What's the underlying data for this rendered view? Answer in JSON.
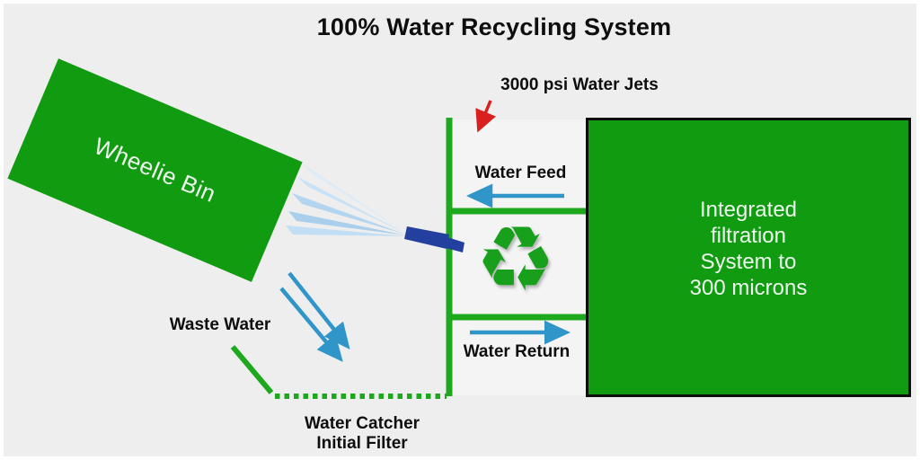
{
  "title": "100% Water Recycling System",
  "diagram": {
    "wheelie_bin": {
      "label": "Wheelie Bin"
    },
    "water_jets": {
      "label": "3000 psi Water Jets"
    },
    "water_feed": {
      "label": "Water Feed"
    },
    "water_return": {
      "label": "Water Return"
    },
    "waste_water": {
      "label": "Waste Water"
    },
    "water_catcher": {
      "line1": "Water Catcher",
      "line2": "Initial Filter"
    },
    "filtration": {
      "lines": [
        "Integrated",
        "filtration",
        "System to",
        "300 microns"
      ]
    },
    "recycle_icon_glyph": "♻"
  },
  "colors": {
    "slide_background": "#eeeeee",
    "frame_white": "#ffffff",
    "shape_green": "#119b11",
    "pipe_green": "#1ea81e",
    "arrow_blue": "#3095c8",
    "spray_blue_light": "#c9e2f6",
    "nozzle_blue": "#24409e",
    "arrow_red": "#da1f1f",
    "text_black": "#0e0e0e",
    "text_white": "#eef8ee"
  }
}
